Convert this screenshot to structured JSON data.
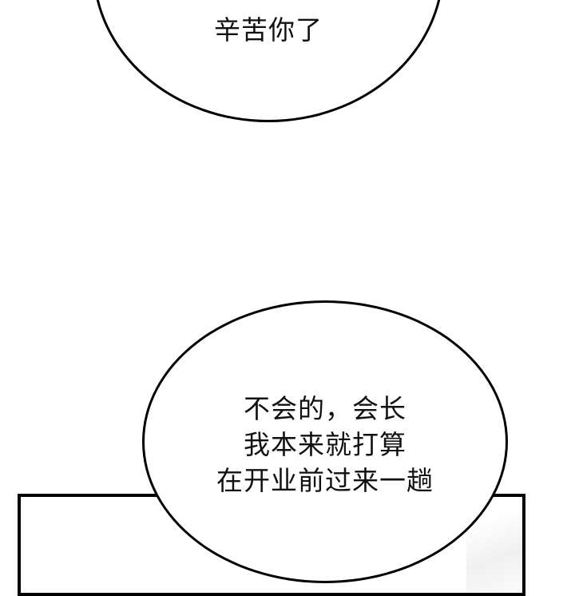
{
  "scene": {
    "type": "comic-panel-crop",
    "background_color": "#ffffff",
    "line_color": "#000000"
  },
  "bubbles": [
    {
      "id": "top-bubble",
      "clipped_line": "",
      "lines": [
        "辛苦你了"
      ]
    },
    {
      "id": "bottom-bubble",
      "lines": [
        "不会的，会长",
        "我本来就打算",
        "在开业前过来一趟"
      ]
    }
  ]
}
